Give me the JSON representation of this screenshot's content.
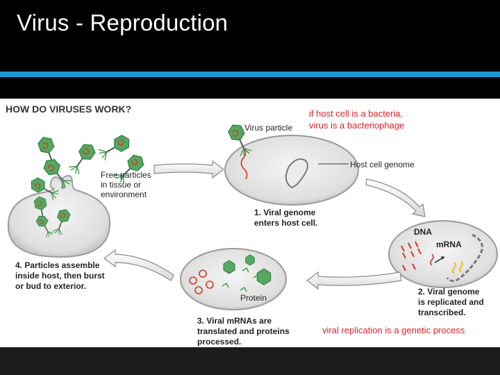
{
  "slide": {
    "title": "Virus - Reproduction"
  },
  "diagram": {
    "heading": "HOW DO VIRUSES WORK?",
    "note_top": [
      "if host cell is a bacteria,",
      "virus is a bacteriophage"
    ],
    "note_bottom": "viral replication is a genetic process",
    "labels": {
      "virus_particle": "Virus particle",
      "host_cell_genome": "Host cell genome",
      "free_particles": [
        "Free particles",
        "in tissue or",
        "environment"
      ],
      "dna": "DNA",
      "mrna": "mRNA",
      "protein": "Protein"
    },
    "steps": [
      [
        "1. Viral genome",
        "enters host cell."
      ],
      [
        "2. Viral genome",
        "is replicated and",
        "transcribed."
      ],
      [
        "3. Viral mRNAs are",
        "translated and proteins",
        "processed."
      ],
      [
        "4. Particles assemble",
        "inside host, then burst",
        "or bud to exterior."
      ]
    ]
  },
  "colors": {
    "accent_bar": "#1a9ad6",
    "note_red": "#d8232a",
    "virus_green": "#3c9a4a",
    "rna_red": "#d63a1e",
    "mrna_yellow": "#f2c21b"
  }
}
